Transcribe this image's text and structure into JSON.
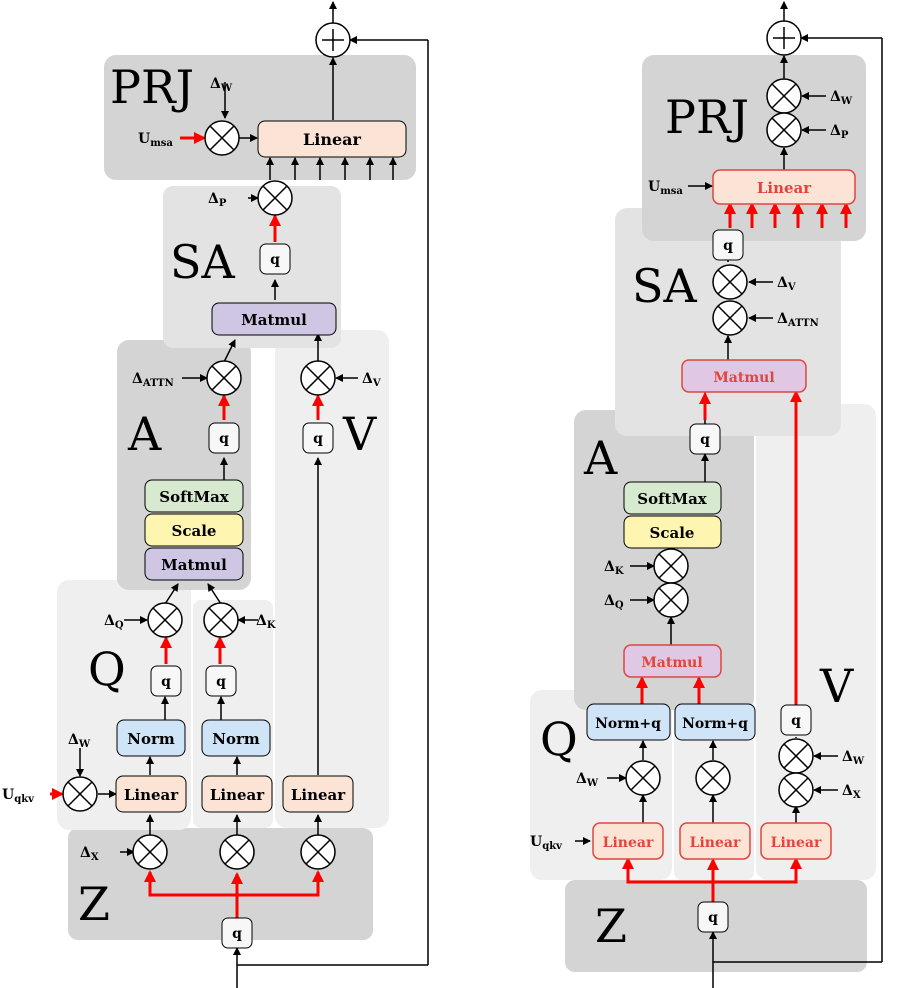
{
  "colors": {
    "region_dark": "#d4d4d4",
    "region_mid": "#e3e3e3",
    "region_light": "#efefef",
    "linear_fill": "#fbe3d6",
    "norm_fill": "#cfe4f7",
    "softmax_fill": "#d7ead0",
    "scale_fill": "#fdf5b0",
    "matmul_fill": "#cfc6e4",
    "quant_fill": "#f7f7f7",
    "arrow_red": "#ff0000",
    "outline_red": "#e0463c"
  },
  "left": {
    "regions": {
      "prj": "PRJ",
      "sa": "SA",
      "a": "A",
      "v": "V",
      "q": "Q",
      "z": "Z"
    },
    "boxes": {
      "prj_linear": "Linear",
      "sa_matmul": "Matmul",
      "softmax": "SoftMax",
      "scale": "Scale",
      "a_matmul": "Matmul",
      "norm_q": "Norm",
      "norm_k": "Norm",
      "linear_q": "Linear",
      "linear_k": "Linear",
      "linear_v": "Linear"
    },
    "quant": "q",
    "deltas": {
      "w_prj": "W",
      "p": "P",
      "attn": "ATTN",
      "v": "V",
      "q": "Q",
      "k": "K",
      "w_qkv": "W",
      "x": "X"
    },
    "inputs": {
      "u_msa": "msa",
      "u_qkv": "qkv"
    }
  },
  "right": {
    "regions": {
      "prj": "PRJ",
      "sa": "SA",
      "a": "A",
      "v": "V",
      "q": "Q",
      "z": "Z"
    },
    "boxes": {
      "prj_linear": "Linear",
      "sa_matmul": "Matmul",
      "softmax": "SoftMax",
      "scale": "Scale",
      "a_matmul": "Matmul",
      "normq_q": "Norm+q",
      "normq_k": "Norm+q",
      "linear_q": "Linear",
      "linear_k": "Linear",
      "linear_v": "Linear"
    },
    "quant": "q",
    "deltas": {
      "w_prj": "W",
      "p_prj": "P",
      "v": "V",
      "attn": "ATTN",
      "k": "K",
      "q": "Q",
      "w_q": "W",
      "w_v": "W",
      "x_v": "X"
    },
    "inputs": {
      "u_msa": "msa",
      "u_qkv": "qkv"
    }
  },
  "symbols": {
    "delta": "Δ",
    "u": "U"
  }
}
